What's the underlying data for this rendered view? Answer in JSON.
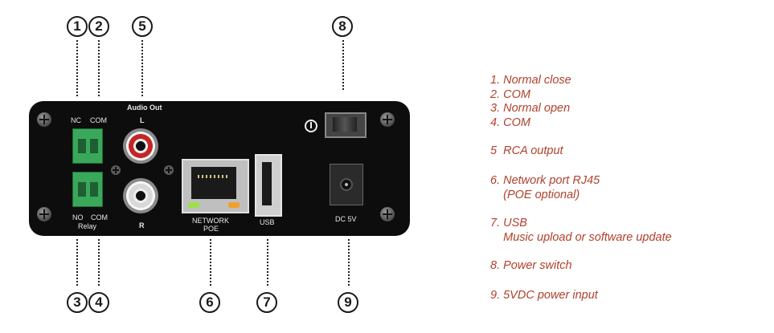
{
  "callouts": [
    "1",
    "2",
    "3",
    "4",
    "5",
    "6",
    "7",
    "8",
    "9"
  ],
  "panel": {
    "relay_top_left": "NC",
    "relay_top_right": "COM",
    "relay_bottom_left": "NO",
    "relay_bottom_right": "COM",
    "relay_label": "Relay",
    "audio_out": "Audio Out",
    "left": "L",
    "right": "R",
    "network_1": "NETWORK",
    "network_2": "POE",
    "usb": "USB",
    "dc": "DC 5V"
  },
  "legend": [
    "1. Normal close\n2. COM\n3. Normal open\n4. COM",
    "5  RCA output",
    "6. Network port RJ45\n    (POE optional)",
    "7. USB\n    Music upload or software update",
    "8. Power switch",
    "9. 5VDC power input"
  ],
  "colors": {
    "legend_text": "#b0412d",
    "panel": "#0d0d0d",
    "terminal": "#3aa85a"
  }
}
